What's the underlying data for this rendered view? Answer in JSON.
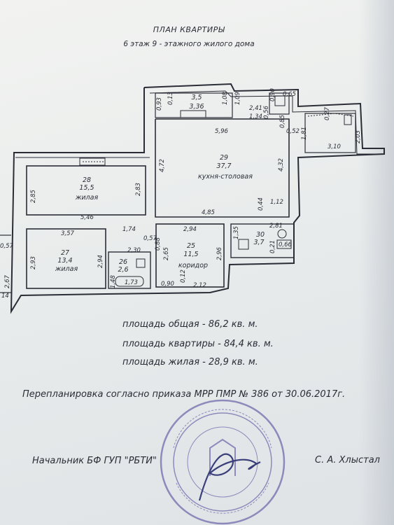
{
  "header": {
    "title": "ПЛАН КВАРТИРЫ",
    "subtitle": "6 этаж  9 - этажного жилого дома"
  },
  "rooms": [
    {
      "number": "28",
      "area": "15,5",
      "name": "жилая"
    },
    {
      "number": "29",
      "area": "37,7",
      "name": "кухня-столовая"
    },
    {
      "number": "27",
      "area": "13,4",
      "name": "жилая"
    },
    {
      "number": "25",
      "area": "11,5",
      "name": "коридор"
    },
    {
      "number": "26",
      "area": "2,6",
      "name": ""
    },
    {
      "number": "30",
      "area": "3,7",
      "name": ""
    },
    {
      "number": "3,5",
      "area": "3,36",
      "name": ""
    }
  ],
  "dimensions": [
    "0,93",
    "0,13",
    "1,08",
    "1,09",
    "2,41",
    "1,34",
    "0,56",
    "0,90",
    "0,65",
    "0,27",
    "0,52",
    "0,85",
    "1,81",
    "3,10",
    "2,03",
    "5,96",
    "4,72",
    "4,32",
    "2,85",
    "2,83",
    "5,46",
    "0,44",
    "1,12",
    "4,85",
    "3,57",
    "1,74",
    "0,57",
    "2,94",
    "2,81",
    "1,35",
    "0,21",
    "0,66",
    "0,88",
    "2,30",
    "2,65",
    "2,96",
    "2,93",
    "2,94",
    "1,48",
    "1,73",
    "0,90",
    "0,12",
    "2,12",
    "0,57",
    "2,67",
    "14"
  ],
  "areas": {
    "total": "площадь общая - 86,2 кв. м.",
    "apartment": "площадь квартиры - 84,4 кв. м.",
    "living": "площадь жилая - 28,9 кв. м."
  },
  "note": "Перепланировка согласно приказа МРР ПМР № 386 от 30.06.2017г.",
  "signature": {
    "position": "Начальник БФ ГУП \"РБТИ\"",
    "name": "С. А. Хлыстал"
  },
  "colors": {
    "ink": "#2a2d36",
    "stamp": "#6b63a8",
    "paper": "#eef0f0"
  }
}
